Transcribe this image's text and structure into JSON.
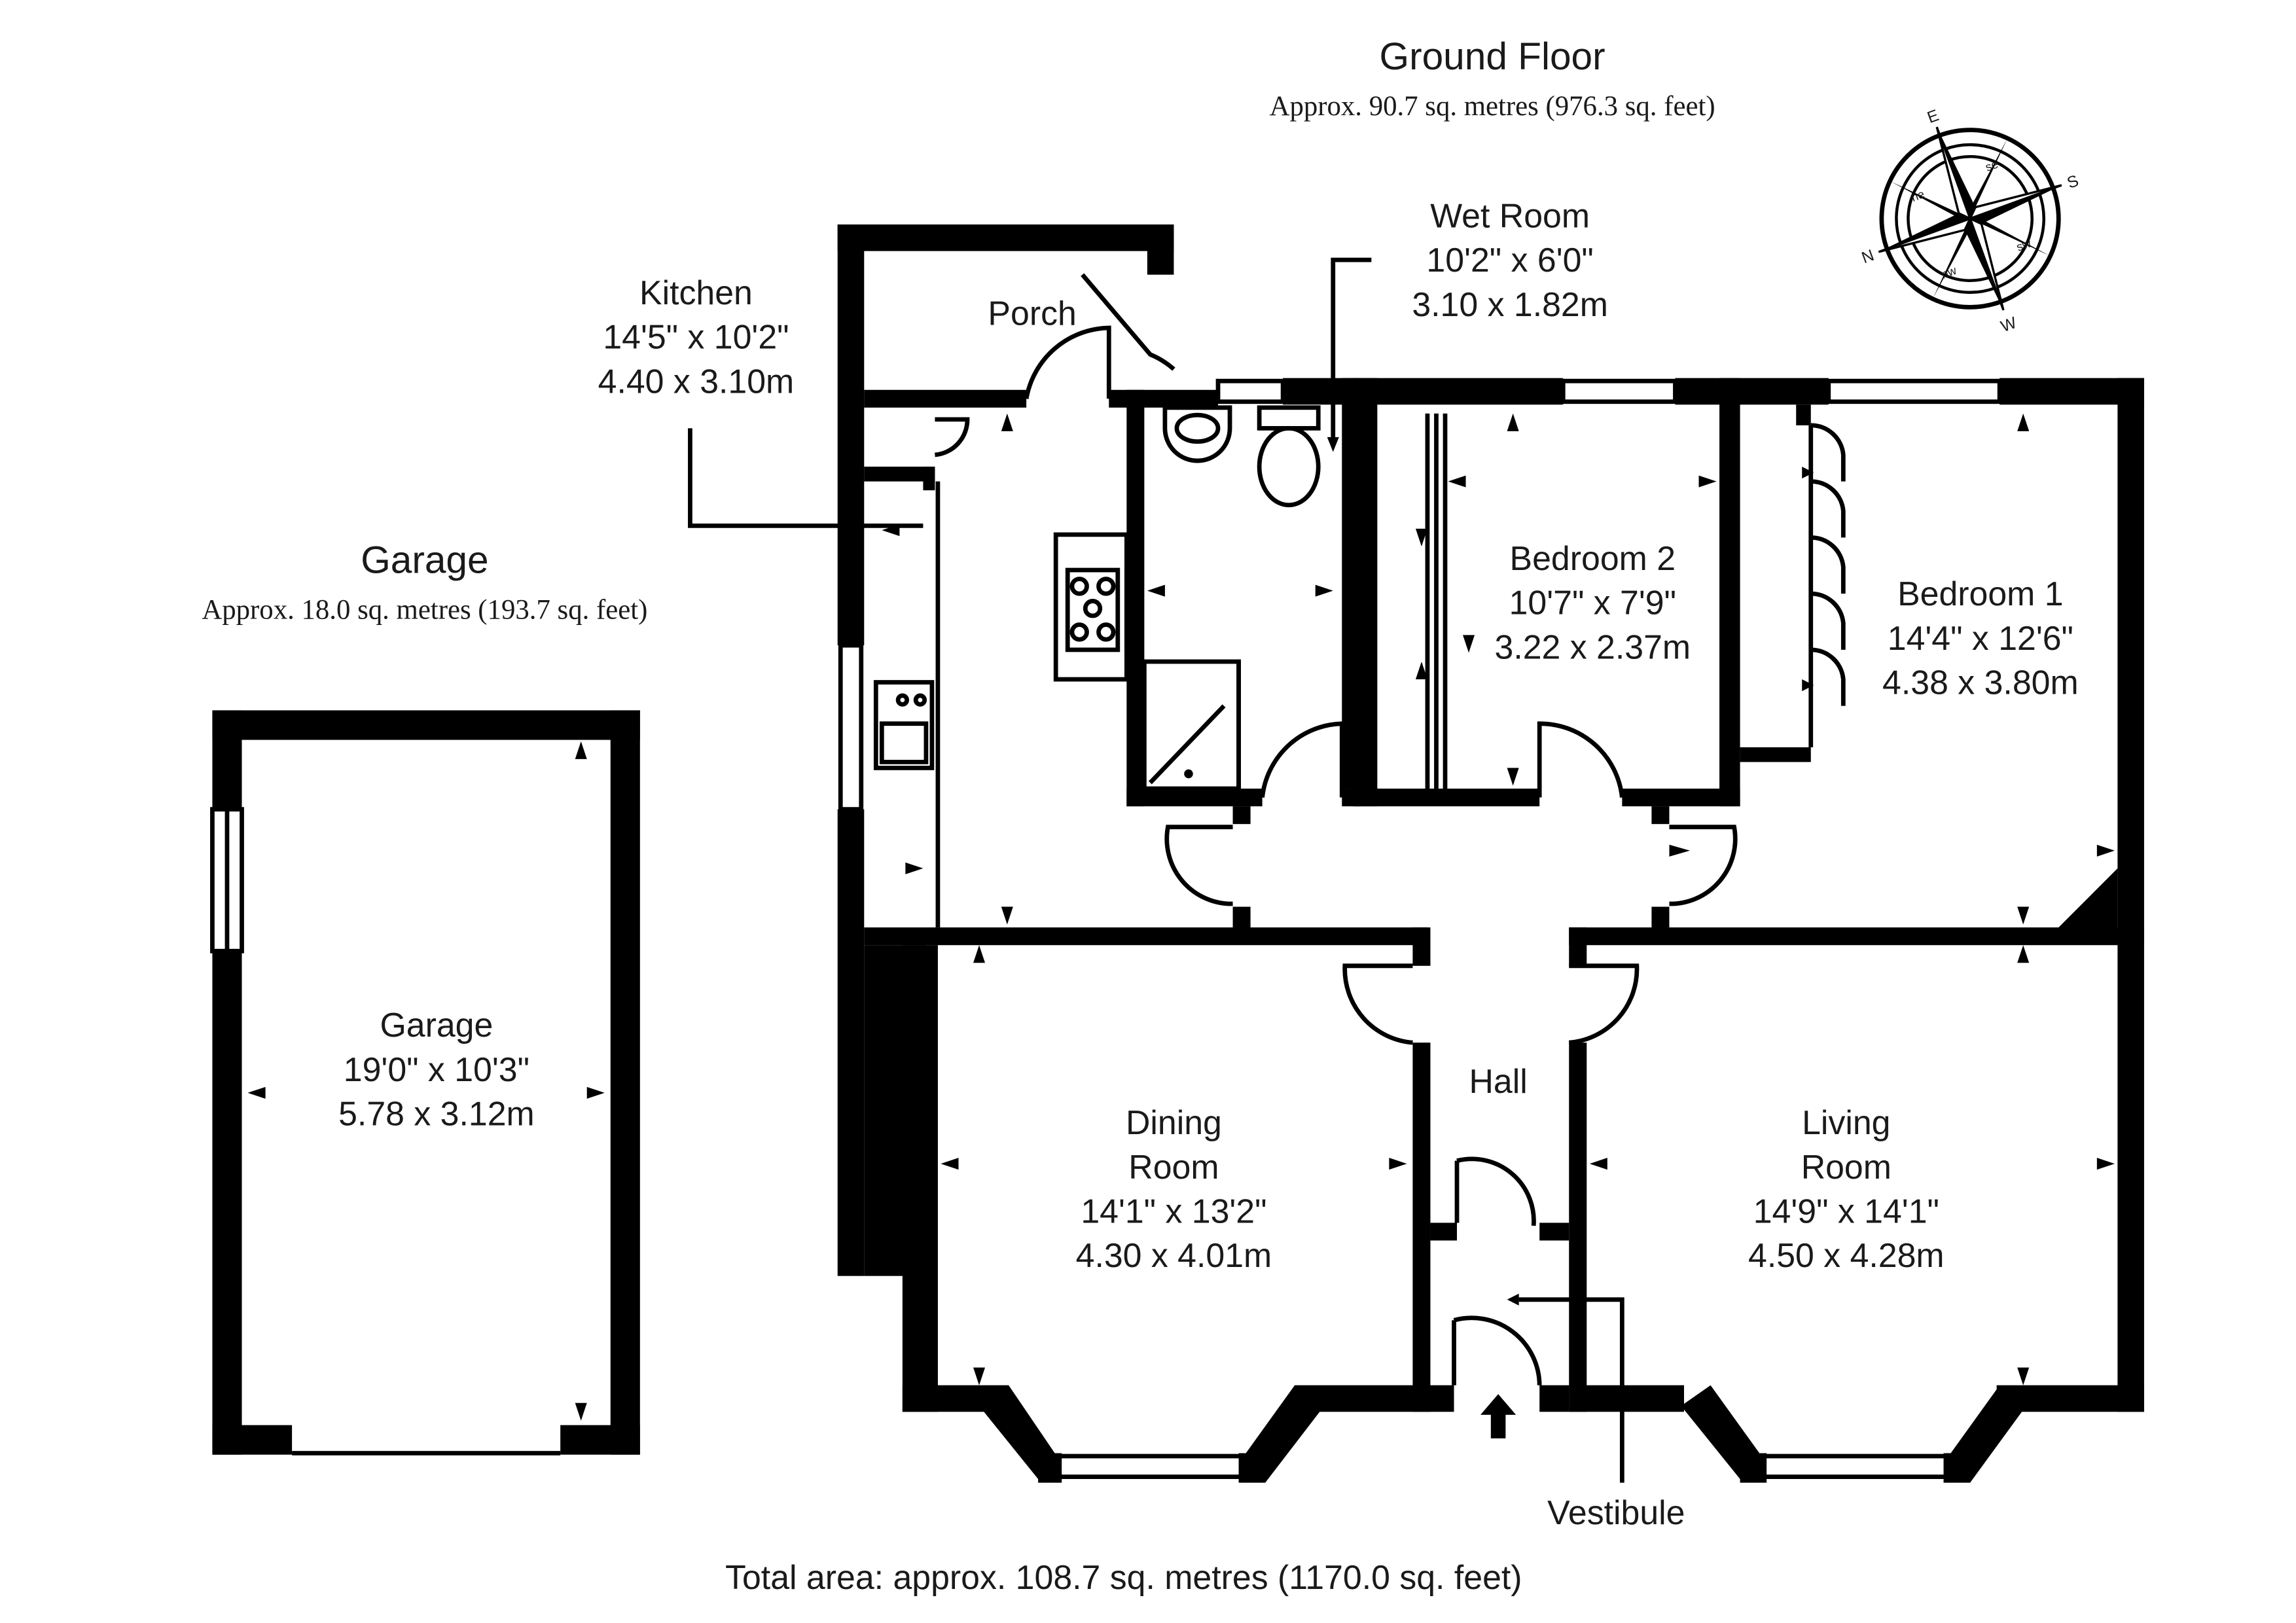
{
  "ground_floor": {
    "title": "Ground Floor",
    "area": "Approx. 90.7 sq. metres (976.3 sq. feet)"
  },
  "garage_section": {
    "title": "Garage",
    "area": "Approx. 18.0 sq. metres (193.7 sq. feet)"
  },
  "rooms": {
    "kitchen": {
      "name": "Kitchen",
      "imperial": "14'5\" x 10'2\"",
      "metric": "4.40 x 3.10m"
    },
    "porch": {
      "name": "Porch"
    },
    "wet_room": {
      "name": "Wet Room",
      "imperial": "10'2\" x 6'0\"",
      "metric": "3.10 x 1.82m"
    },
    "bedroom2": {
      "name": "Bedroom 2",
      "imperial": "10'7\" x 7'9\"",
      "metric": "3.22 x 2.37m"
    },
    "bedroom1": {
      "name": "Bedroom 1",
      "imperial": "14'4\" x 12'6\"",
      "metric": "4.38 x 3.80m"
    },
    "garage": {
      "name": "Garage",
      "imperial": "19'0\" x 10'3\"",
      "metric": "5.78 x 3.12m"
    },
    "dining": {
      "name1": "Dining",
      "name2": "Room",
      "imperial": "14'1\" x 13'2\"",
      "metric": "4.30 x 4.01m"
    },
    "hall": {
      "name": "Hall"
    },
    "living": {
      "name1": "Living",
      "name2": "Room",
      "imperial": "14'9\" x 14'1\"",
      "metric": "4.50 x 4.28m"
    },
    "vestibule": {
      "name": "Vestibule"
    }
  },
  "compass": {
    "n": "N",
    "e": "E",
    "s": "S",
    "w": "W",
    "ne": "ne",
    "se": "se",
    "sw": "sw",
    "nw": "nw"
  },
  "total_area": "Total area: approx. 108.7 sq. metres (1170.0 sq. feet)"
}
